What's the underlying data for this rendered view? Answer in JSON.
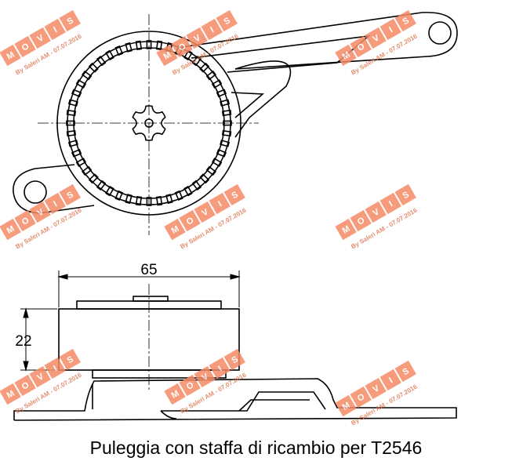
{
  "dimensions": {
    "width_label": "65",
    "height_label": "22"
  },
  "caption": "Puleggia con staffa di ricambio per T2546",
  "watermark": {
    "letters": [
      "M",
      "O",
      "V",
      "I",
      "S"
    ],
    "byline": "By Saleri AM - 07.07.2016",
    "color": "#f58a64"
  },
  "colors": {
    "line": "#000000",
    "background": "#ffffff"
  }
}
